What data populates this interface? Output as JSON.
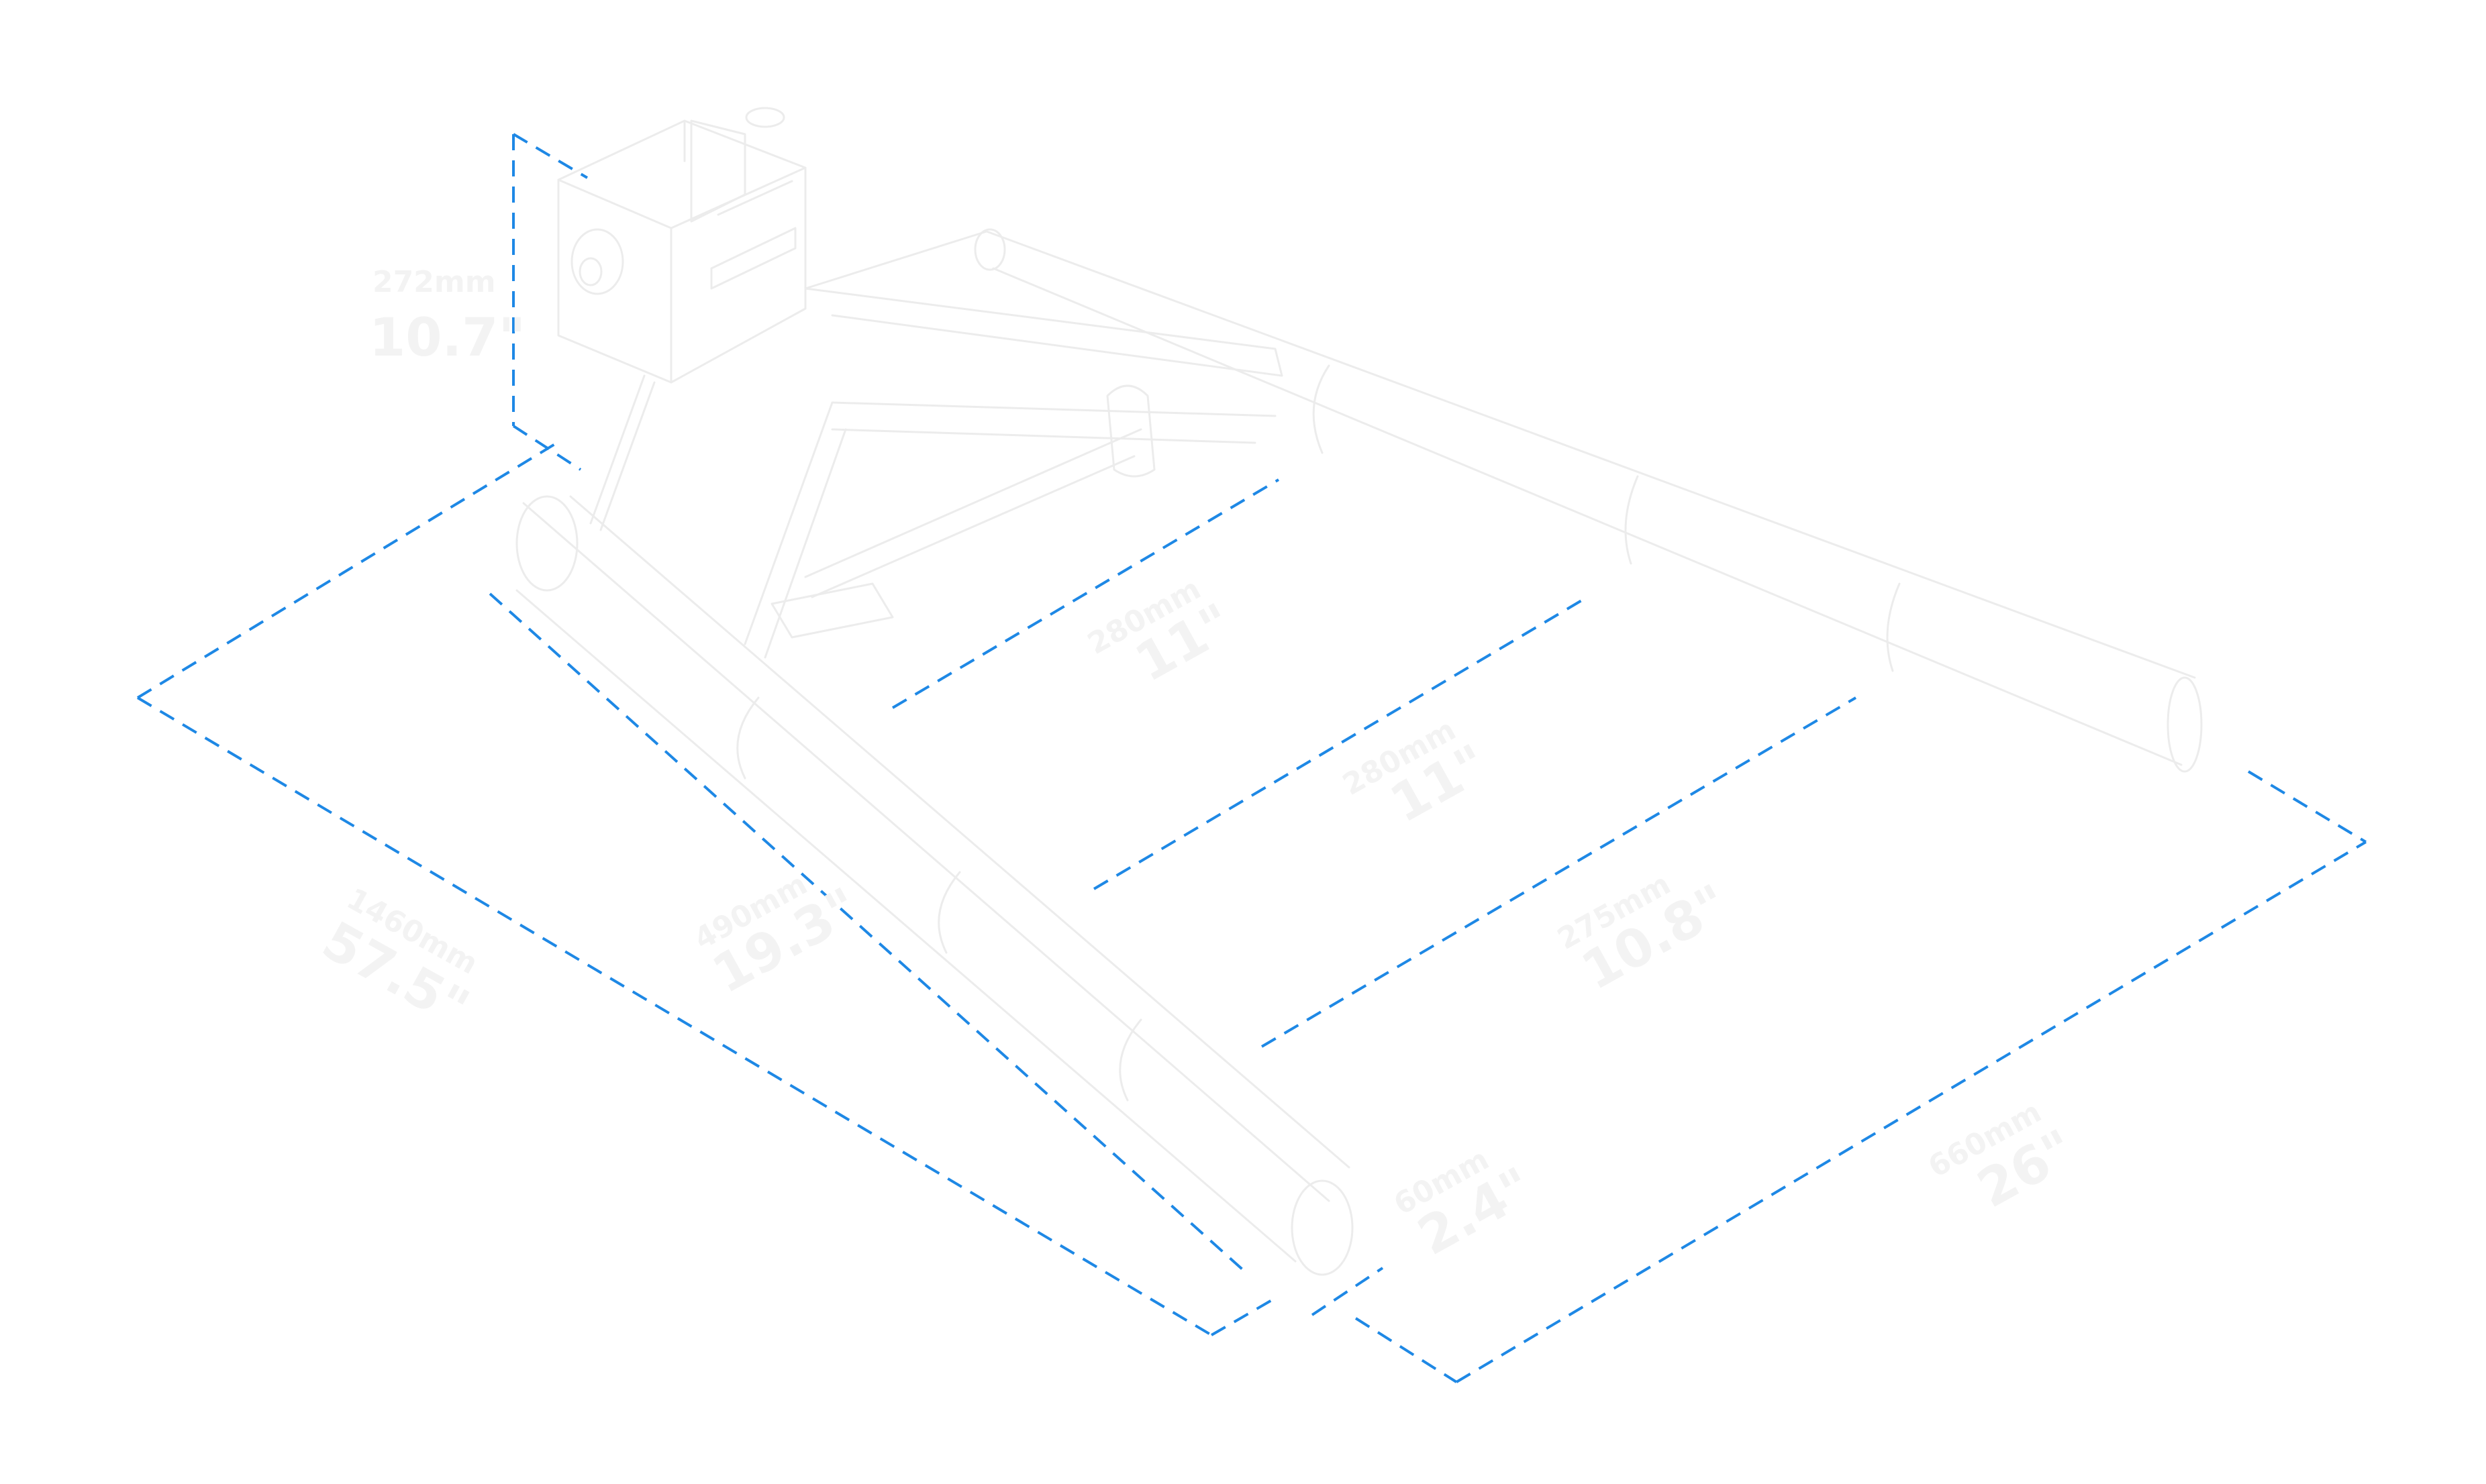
{
  "colors": {
    "dimension_line": "#1e88e5",
    "outline": "#ececec",
    "label": "#f3f3f3",
    "background": "#ffffff"
  },
  "dimensions": {
    "height": {
      "metric": "272mm",
      "imperial": "10.7\""
    },
    "total_length": {
      "metric": "1460mm",
      "imperial": "57.5\""
    },
    "arm_length": {
      "metric": "490mm",
      "imperial": "19.3\""
    },
    "roller_span_1": {
      "metric": "280mm",
      "imperial": "11\""
    },
    "roller_span_2": {
      "metric": "280mm",
      "imperial": "11\""
    },
    "roller_span_3": {
      "metric": "275mm",
      "imperial": "10.8\""
    },
    "roller_diameter": {
      "metric": "60mm",
      "imperial": "2.4\""
    },
    "total_width": {
      "metric": "660mm",
      "imperial": "26\""
    }
  }
}
